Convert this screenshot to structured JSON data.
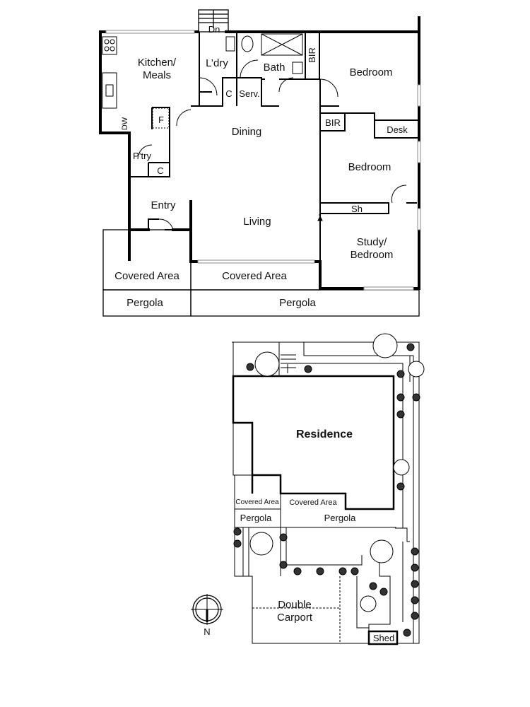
{
  "floor_plan": {
    "rooms": {
      "kitchen_line1": "Kitchen/",
      "kitchen_line2": "Meals",
      "laundry": "L’dry",
      "bath": "Bath",
      "bir_top": "BIR",
      "bedroom1": "Bedroom",
      "stairs_down": "Dn",
      "cupboard1": "C",
      "servery": "Serv.",
      "dishwasher": "DW",
      "fridge": "F",
      "pantry": "P’try",
      "cupboard2": "C",
      "dining": "Dining",
      "bir_mid": "BIR",
      "desk": "Desk",
      "bedroom2": "Bedroom",
      "shower_shelf": "Sh",
      "entry": "Entry",
      "living": "Living",
      "study_line1": "Study/",
      "study_line2": "Bedroom",
      "covered_area_left": "Covered Area",
      "covered_area_right": "Covered Area",
      "pergola_left": "Pergola",
      "pergola_right": "Pergola"
    }
  },
  "site_plan": {
    "residence": "Residence",
    "covered_area_left": "Covered Area",
    "covered_area_right": "Covered Area",
    "pergola_left": "Pergola",
    "pergola_right": "Pergola",
    "carport_line1": "Double",
    "carport_line2": "Carport",
    "shed": "Shed",
    "north": "N"
  }
}
